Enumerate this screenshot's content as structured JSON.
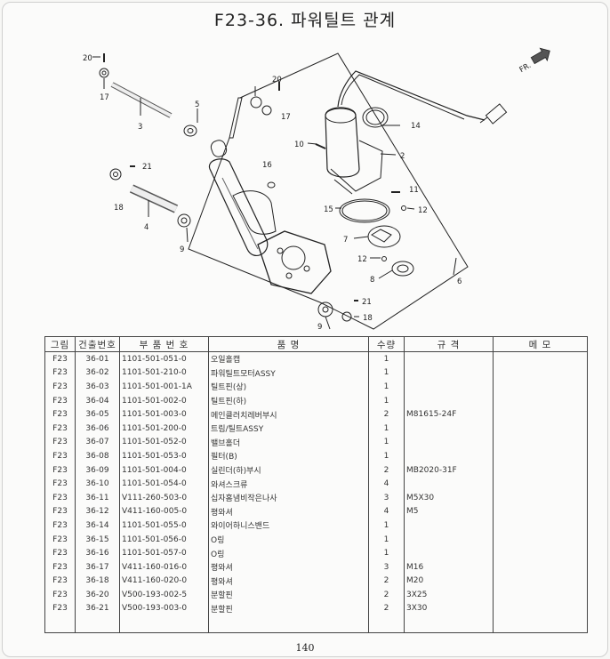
{
  "title": "F23-36. 파워틸트 관계",
  "direction_label": "FR.",
  "callouts": [
    "20",
    "17",
    "3",
    "5",
    "20",
    "17",
    "21",
    "18",
    "4",
    "9",
    "14",
    "10",
    "16",
    "2",
    "11",
    "15",
    "12",
    "7",
    "12",
    "8",
    "6",
    "21",
    "9",
    "18"
  ],
  "table": {
    "headers": {
      "group": "그림",
      "assembly_no": "건출번호",
      "part_no": "부 품 번 호",
      "name": "품 명",
      "qty": "수량",
      "spec": "규 격",
      "memo": "메 모"
    },
    "rows": [
      {
        "group": "F23",
        "assembly_no": "36-01",
        "part_no": "1101-501-051-0",
        "name": "오일홀캡",
        "qty": "1",
        "spec": "",
        "memo": ""
      },
      {
        "group": "F23",
        "assembly_no": "36-02",
        "part_no": "1101-501-210-0",
        "name": "파워틸트모터ASSY",
        "qty": "1",
        "spec": "",
        "memo": ""
      },
      {
        "group": "F23",
        "assembly_no": "36-03",
        "part_no": "1101-501-001-1A",
        "name": "틸트핀(상)",
        "qty": "1",
        "spec": "",
        "memo": ""
      },
      {
        "group": "F23",
        "assembly_no": "36-04",
        "part_no": "1101-501-002-0",
        "name": "틸트핀(하)",
        "qty": "1",
        "spec": "",
        "memo": ""
      },
      {
        "group": "F23",
        "assembly_no": "36-05",
        "part_no": "1101-501-003-0",
        "name": "메인클러치레버부시",
        "qty": "2",
        "spec": "M81615-24F",
        "memo": ""
      },
      {
        "group": "F23",
        "assembly_no": "36-06",
        "part_no": "1101-501-200-0",
        "name": "트림/틸트ASSY",
        "qty": "1",
        "spec": "",
        "memo": ""
      },
      {
        "group": "F23",
        "assembly_no": "36-07",
        "part_no": "1101-501-052-0",
        "name": "밸브홀더",
        "qty": "1",
        "spec": "",
        "memo": ""
      },
      {
        "group": "F23",
        "assembly_no": "36-08",
        "part_no": "1101-501-053-0",
        "name": "필터(B)",
        "qty": "1",
        "spec": "",
        "memo": ""
      },
      {
        "group": "F23",
        "assembly_no": "36-09",
        "part_no": "1101-501-004-0",
        "name": "실린더(하)부시",
        "qty": "2",
        "spec": "MB2020-31F",
        "memo": ""
      },
      {
        "group": "F23",
        "assembly_no": "36-10",
        "part_no": "1101-501-054-0",
        "name": "와셔스크류",
        "qty": "4",
        "spec": "",
        "memo": ""
      },
      {
        "group": "F23",
        "assembly_no": "36-11",
        "part_no": "V111-260-503-0",
        "name": "십자홈냄비작은나사",
        "qty": "3",
        "spec": "M5X30",
        "memo": ""
      },
      {
        "group": "F23",
        "assembly_no": "36-12",
        "part_no": "V411-160-005-0",
        "name": "평와셔",
        "qty": "4",
        "spec": "M5",
        "memo": ""
      },
      {
        "group": "F23",
        "assembly_no": "36-14",
        "part_no": "1101-501-055-0",
        "name": "와이어하니스밴드",
        "qty": "1",
        "spec": "",
        "memo": ""
      },
      {
        "group": "F23",
        "assembly_no": "36-15",
        "part_no": "1101-501-056-0",
        "name": "O링",
        "qty": "1",
        "spec": "",
        "memo": ""
      },
      {
        "group": "F23",
        "assembly_no": "36-16",
        "part_no": "1101-501-057-0",
        "name": "O링",
        "qty": "1",
        "spec": "",
        "memo": ""
      },
      {
        "group": "F23",
        "assembly_no": "36-17",
        "part_no": "V411-160-016-0",
        "name": "평와셔",
        "qty": "3",
        "spec": "M16",
        "memo": ""
      },
      {
        "group": "F23",
        "assembly_no": "36-18",
        "part_no": "V411-160-020-0",
        "name": "평와셔",
        "qty": "2",
        "spec": "M20",
        "memo": ""
      },
      {
        "group": "F23",
        "assembly_no": "36-20",
        "part_no": "V500-193-002-5",
        "name": "분할핀",
        "qty": "2",
        "spec": "3X25",
        "memo": ""
      },
      {
        "group": "F23",
        "assembly_no": "36-21",
        "part_no": "V500-193-003-0",
        "name": "분할핀",
        "qty": "2",
        "spec": "3X30",
        "memo": ""
      }
    ]
  },
  "page_number": "140"
}
